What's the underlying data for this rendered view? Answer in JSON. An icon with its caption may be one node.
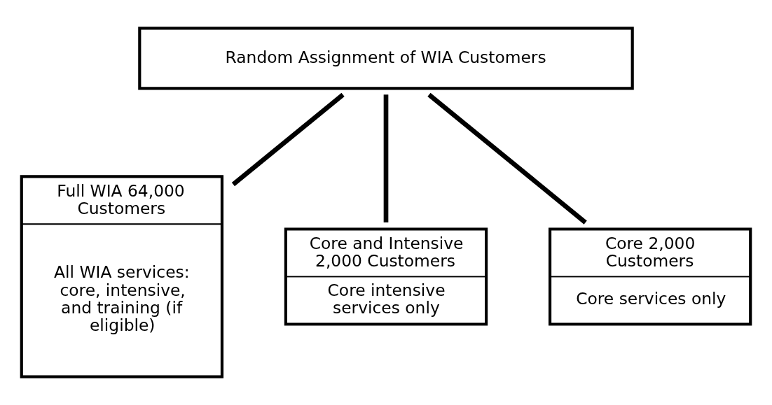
{
  "diagram": {
    "nodes": [
      {
        "text": [
          "Random Assignment of WIA Customers"
        ]
      },
      {
        "text": [
          "Full WIA 64,000 Customers",
          "All WIA services: core, intensive, and training (if eligible)"
        ]
      },
      {
        "text": [
          "Core and Intensive 2,000 Customers",
          "Core intensive services only"
        ]
      },
      {
        "text": [
          "Core 2,000 Customers",
          "Core services only"
        ]
      }
    ],
    "edges": [
      {
        "from": 0,
        "to": 1,
        "arrow": "none"
      },
      {
        "from": 0,
        "to": 2,
        "arrow": "none"
      },
      {
        "from": 0,
        "to": 3,
        "arrow": "none"
      }
    ]
  }
}
